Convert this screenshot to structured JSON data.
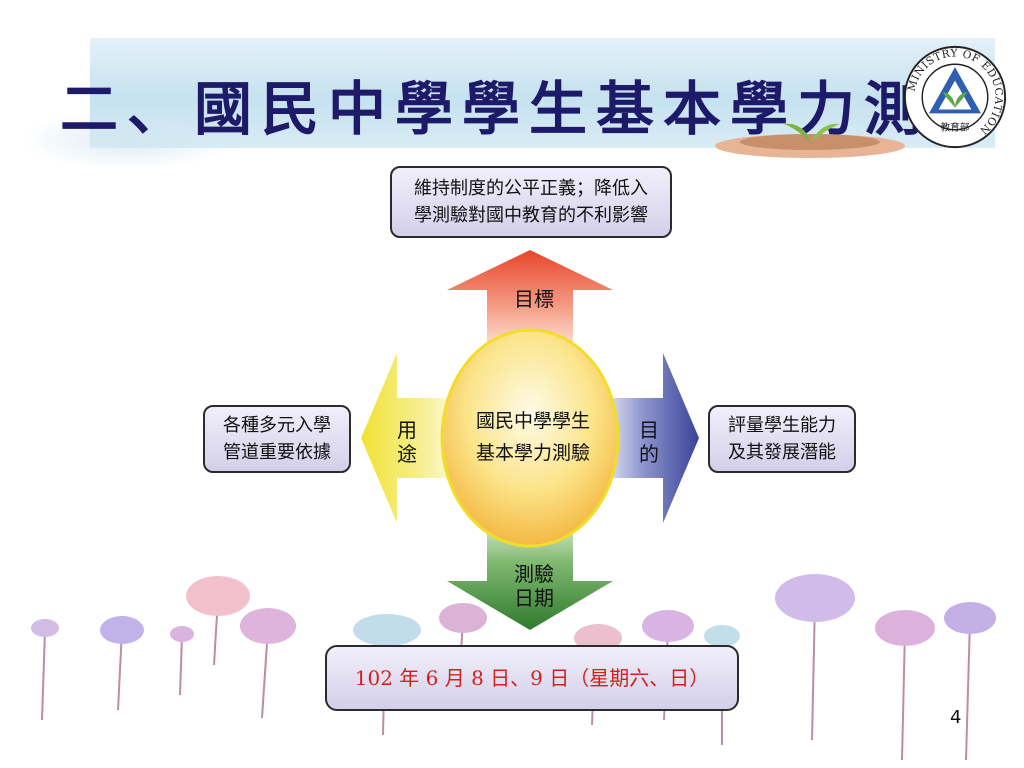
{
  "slide": {
    "title": "二、國民中學學生基本學力測驗",
    "page_number": "4"
  },
  "diagram": {
    "center": [
      "國民中學學生",
      "基本學力測驗"
    ],
    "arrows": {
      "up": "目標",
      "down": [
        "測驗",
        "日期"
      ],
      "left": [
        "用",
        "途"
      ],
      "right": [
        "目",
        "的"
      ]
    },
    "boxes": {
      "top": [
        "維持制度的公平正義；降低入",
        "學測驗對國中教育的不利影響"
      ],
      "left": [
        "各種多元入學",
        "管道重要依據"
      ],
      "right": [
        "評量學生能力",
        "及其發展潛能"
      ],
      "date": "102 年 6 月 8 日、9 日（星期六、日）"
    }
  },
  "logo": {
    "name": "ministry-of-education-seal",
    "ring_text": "MINISTRY OF EDUCATION",
    "inner_text": "教育部"
  },
  "colors": {
    "title": "#1e1a6a",
    "date_text": "#d4201c",
    "arrow_up": "#e8452a",
    "arrow_down": "#3f8a3c",
    "arrow_left": "#f1e63a",
    "arrow_right": "#4d56a8",
    "center_circle": "#f7c23d",
    "box_fill": "#d4cfea"
  }
}
